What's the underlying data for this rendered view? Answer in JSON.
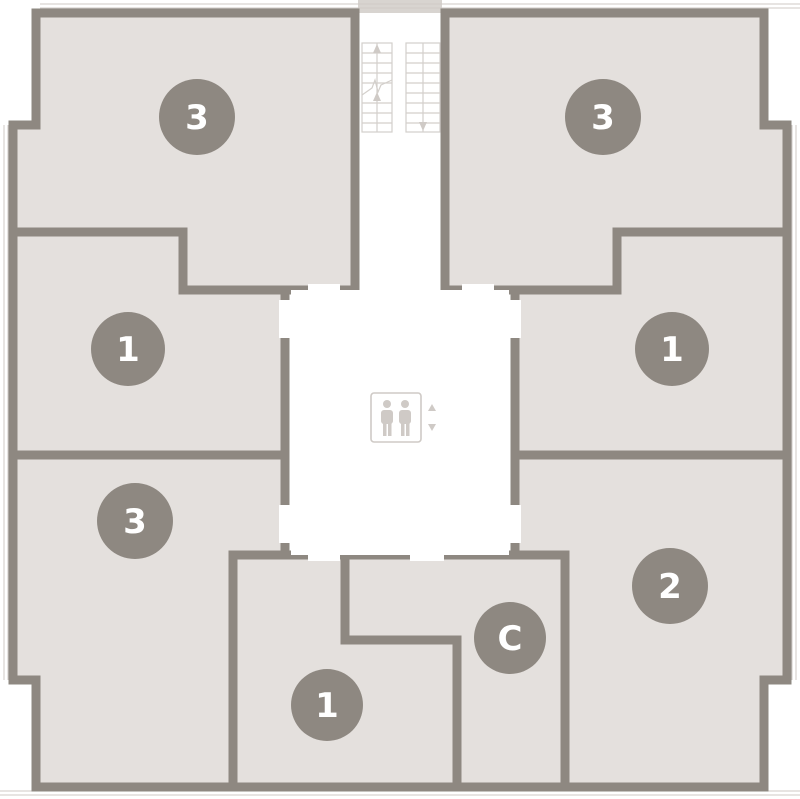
{
  "colors": {
    "wall": "#8e8881",
    "unit_fill": "#e4e0dd",
    "badge": "#8e8881",
    "badge_text": "#ffffff",
    "background": "#ffffff",
    "icon": "#cfcac6"
  },
  "units": [
    {
      "id": "top-left",
      "label": "3"
    },
    {
      "id": "top-right",
      "label": "3"
    },
    {
      "id": "mid-left",
      "label": "1"
    },
    {
      "id": "mid-right",
      "label": "1"
    },
    {
      "id": "bottom-left",
      "label": "3"
    },
    {
      "id": "bottom-right",
      "label": "2"
    },
    {
      "id": "bottom-center",
      "label": "1"
    },
    {
      "id": "bottom-studio",
      "label": "C"
    }
  ],
  "icons": {
    "elevator": "elevator-icon",
    "elevator_arrows": "up-down-arrows-icon",
    "stairs": "stairs-icon"
  }
}
